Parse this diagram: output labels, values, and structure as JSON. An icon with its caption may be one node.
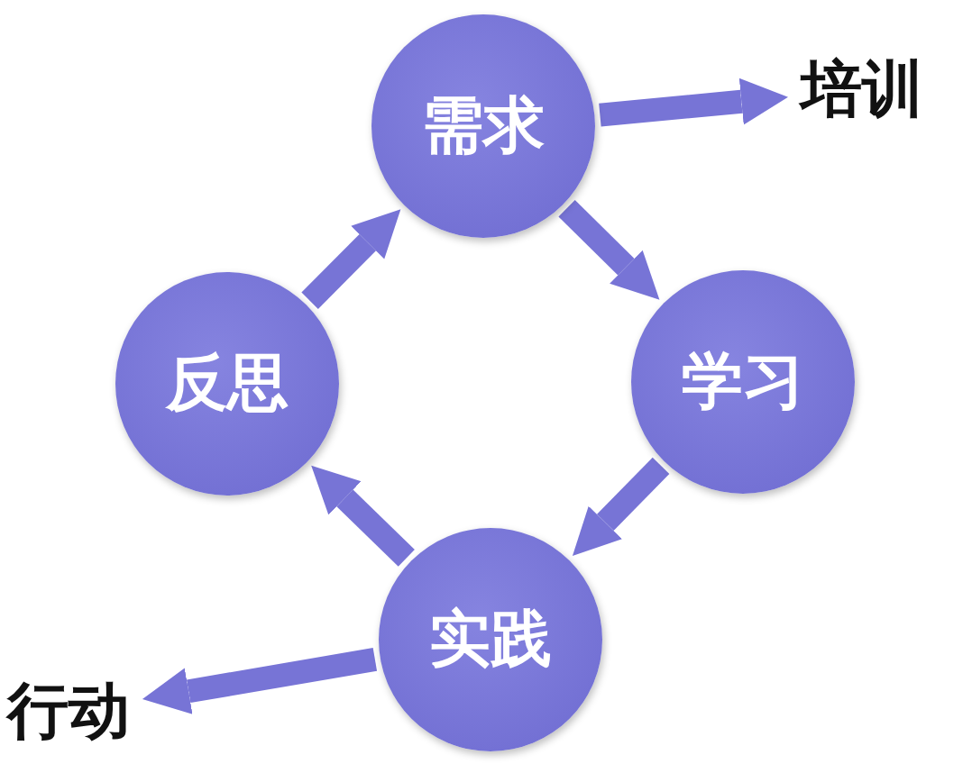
{
  "diagram": {
    "nodes": [
      {
        "text": [
          "需求"
        ]
      },
      {
        "text": [
          "学习"
        ]
      },
      {
        "text": [
          "实践"
        ]
      },
      {
        "text": [
          "反思"
        ]
      },
      {
        "text": [
          "培训"
        ]
      },
      {
        "text": [
          "行动"
        ]
      }
    ],
    "edges": [
      {
        "from": 0,
        "to": 1,
        "arrow": "to"
      },
      {
        "from": 1,
        "to": 2,
        "arrow": "to"
      },
      {
        "from": 2,
        "to": 3,
        "arrow": "to"
      },
      {
        "from": 3,
        "to": 0,
        "arrow": "to"
      },
      {
        "from": 0,
        "to": 4,
        "arrow": "to"
      },
      {
        "from": 2,
        "to": 5,
        "arrow": "to"
      }
    ]
  }
}
